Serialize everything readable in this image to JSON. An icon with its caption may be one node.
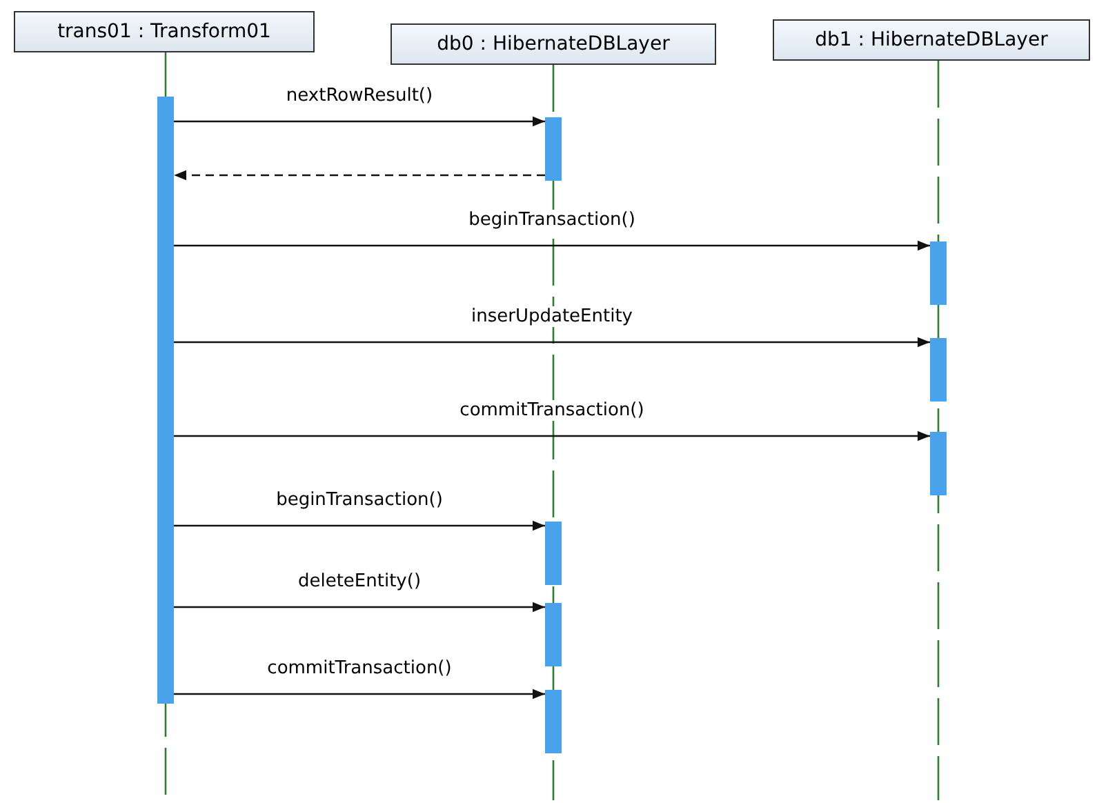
{
  "diagram": {
    "nodes": [
      {
        "text": [
          "trans01 : Transform01"
        ]
      },
      {
        "text": [
          "db0 : HibernateDBLayer"
        ]
      },
      {
        "text": [
          "db1 : HibernateDBLayer"
        ]
      },
      {
        "text": [],
        "shape": "bar"
      },
      {
        "text": [],
        "shape": "bar"
      },
      {
        "text": [],
        "shape": "bar"
      },
      {
        "text": [],
        "shape": "bar"
      },
      {
        "text": [],
        "shape": "bar"
      },
      {
        "text": [],
        "shape": "bar"
      },
      {
        "text": [],
        "shape": "bar"
      },
      {
        "text": [],
        "shape": "bar"
      }
    ],
    "edges": [
      {
        "from": 3,
        "to": 4,
        "arrow": "to",
        "label": "nextRowResult()"
      },
      {
        "from": 4,
        "to": 3,
        "arrow": "to",
        "style": "dashed"
      },
      {
        "from": 3,
        "to": 5,
        "arrow": "to",
        "label": "beginTransaction()"
      },
      {
        "from": 3,
        "to": 6,
        "arrow": "to",
        "label": "inserUpdateEntity"
      },
      {
        "from": 3,
        "to": 7,
        "arrow": "to",
        "label": "commitTransaction()"
      },
      {
        "from": 3,
        "to": 8,
        "arrow": "to",
        "label": "beginTransaction()"
      },
      {
        "from": 3,
        "to": 9,
        "arrow": "to",
        "label": "deleteEntity()"
      },
      {
        "from": 3,
        "to": 10,
        "arrow": "to",
        "label": "commitTransaction()"
      }
    ]
  }
}
